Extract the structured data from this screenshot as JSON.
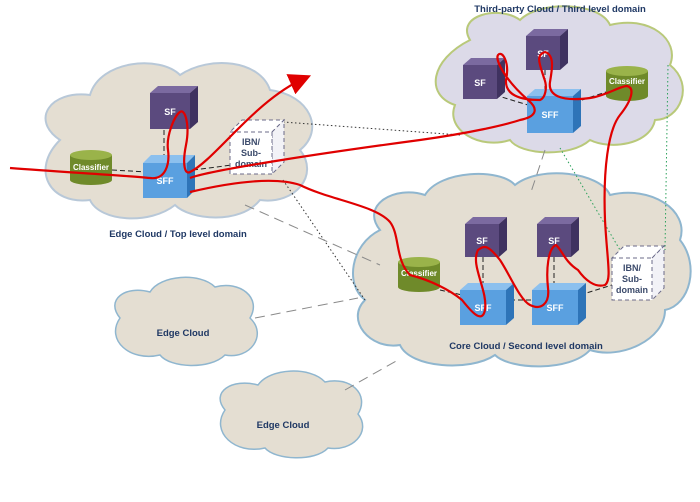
{
  "clouds": {
    "third": "Third-party Cloud / Third level domain",
    "edge_top": "Edge Cloud / Top level domain",
    "core": "Core Cloud / Second level domain",
    "edge1": "Edge Cloud",
    "edge2": "Edge Cloud"
  },
  "nodes": {
    "sf": "SF",
    "sff": "SFF",
    "classifier": "Classifier",
    "ibn_line1": "IBN/",
    "ibn_line2": "Sub-",
    "ibn_line3": "domain"
  },
  "colors": {
    "cloud_fill": "#e4ded2",
    "third_cloud_fill": "#dcdae8",
    "third_cloud_stroke": "#b9c97a",
    "cloud_stroke": "#8fb6cf",
    "sf_fill": "#5b4a7e",
    "sff_fill": "#5aa0e0",
    "classifier_fill": "#6f8a2a",
    "path": "#e00000"
  }
}
